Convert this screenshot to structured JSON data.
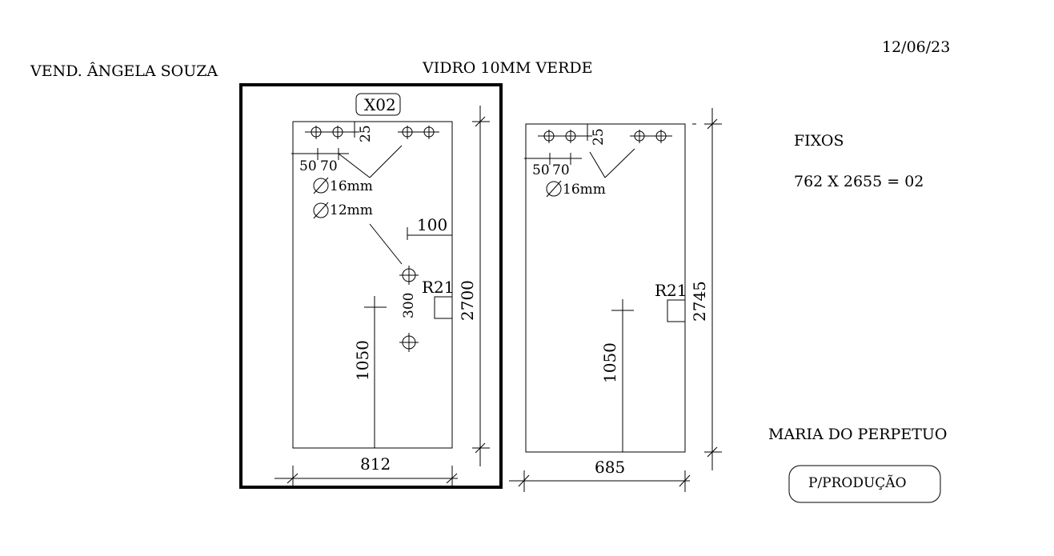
{
  "header": {
    "date": "12/06/23",
    "vendor": "VEND. ÂNGELA SOUZA",
    "material": "VIDRO  10MM VERDE"
  },
  "panel_left": {
    "tag": "X02",
    "width_dim": "812",
    "height_dim": "2700",
    "dim_25": "25",
    "dim_50": "50",
    "dim_70": "70",
    "hole_16": "16mm",
    "hole_12": "12mm",
    "dim_100": "100",
    "dim_300": "300",
    "radius": "R21",
    "dim_1050": "1050"
  },
  "panel_right": {
    "width_dim": "685",
    "height_dim": "2745",
    "dim_25": "25",
    "dim_50": "50",
    "dim_70": "70",
    "hole_16": "16mm",
    "radius": "R21",
    "dim_1050": "1050"
  },
  "notes": {
    "fixos_title": "FIXOS",
    "fixos_spec": "762 X 2655 = 02",
    "client": "MARIA DO PERPETUO",
    "production_label": "P/PRODUÇÃO"
  }
}
